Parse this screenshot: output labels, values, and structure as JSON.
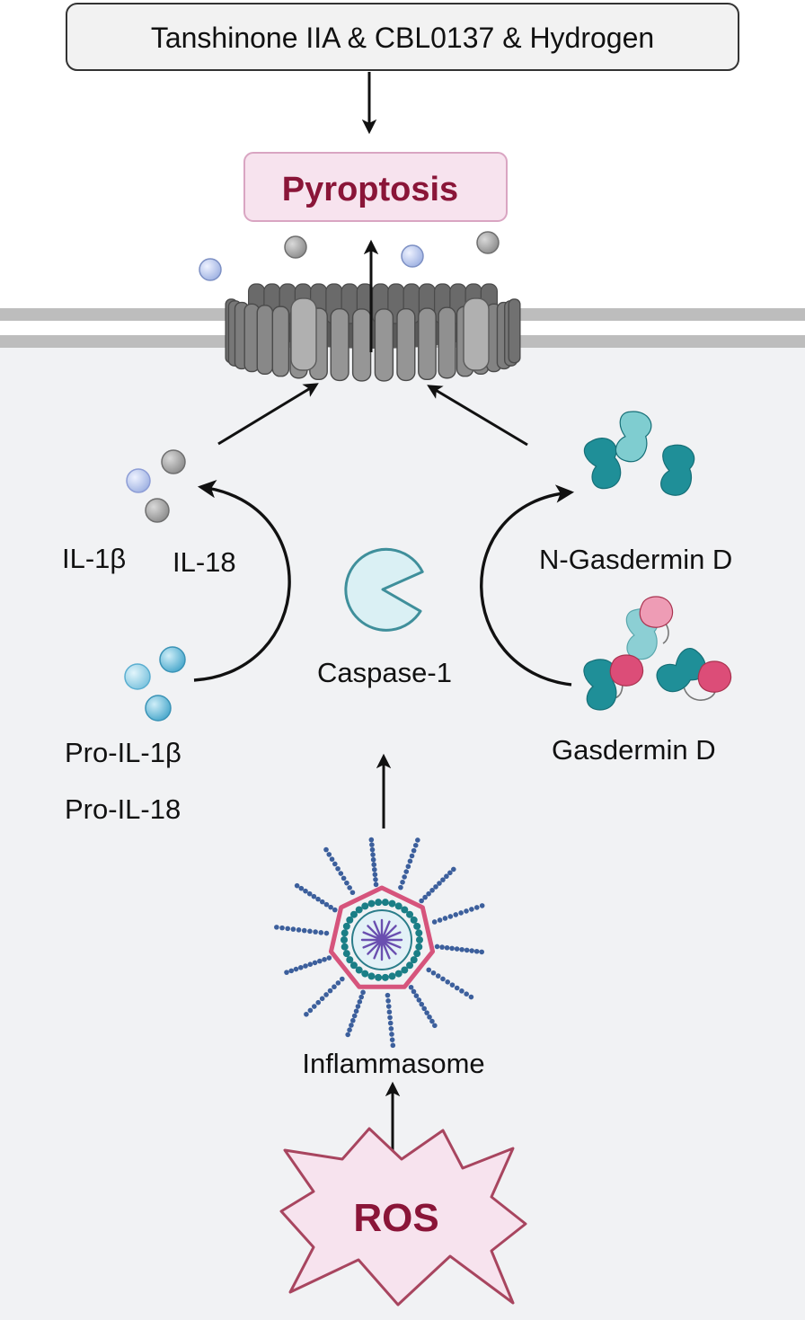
{
  "treatment": {
    "label": "Tanshinone IIA & CBL0137 & Hydrogen"
  },
  "pyroptosis": {
    "label": "Pyroptosis",
    "text_color": "#8a1538",
    "box_fill": "#f7e3ee",
    "box_stroke": "#d9a5c2"
  },
  "cytokines": {
    "mature_labels": [
      "IL-1β",
      "IL-18"
    ],
    "pro_labels": [
      "Pro-IL-1β",
      "Pro-IL-18"
    ]
  },
  "caspase": {
    "label": "Caspase-1",
    "fill": "#daf0f4",
    "stroke": "#3f8f9b"
  },
  "gasdermin": {
    "cleaved_label": "N-Gasdermin D",
    "full_label": "Gasdermin D",
    "teal": "#1f8f98",
    "pink": "#dc4d78"
  },
  "inflammasome": {
    "label": "Inflammasome"
  },
  "ros": {
    "label": "ROS",
    "text_color": "#8a1538",
    "fill": "#f7e3ee",
    "stroke": "#a8455f"
  },
  "colors": {
    "cytoplasm": "#f1f2f4",
    "membrane": "#bdbdbd",
    "pore": "#777777"
  },
  "icons": [
    "membrane-pore-icon",
    "caspase-pacman-icon",
    "inflammasome-icon",
    "ros-burst-icon",
    "gasdermin-icon",
    "cytokine-bead-icon"
  ]
}
